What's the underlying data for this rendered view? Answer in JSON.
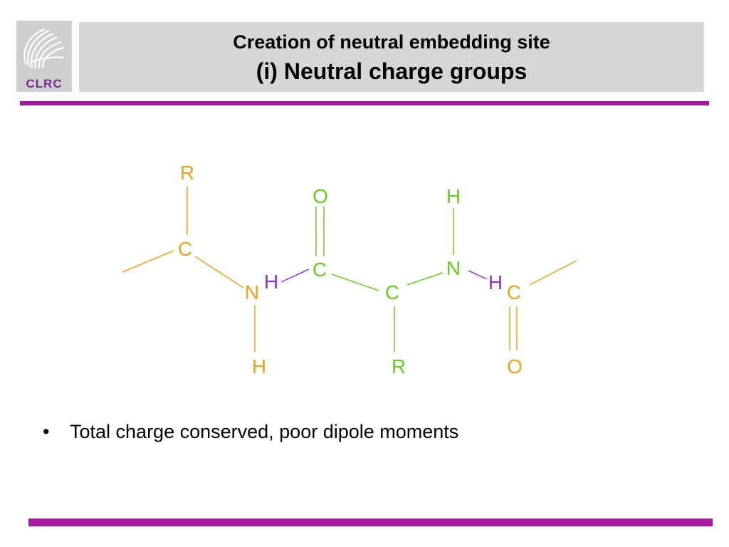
{
  "logo": {
    "text": "CLRC",
    "icon": "swoosh-globe-icon"
  },
  "title": {
    "line1": "Creation of neutral embedding site",
    "line2": "(i) Neutral charge groups"
  },
  "colors": {
    "accent_rule": "#a6199e",
    "orange": "#f0a020",
    "green": "#66cc22",
    "purple": "#8833cc",
    "header_bg": "#d6d6d6"
  },
  "diagram": {
    "atoms": {
      "r_top": "R",
      "c_left": "C",
      "n_left": "N",
      "h_n_left_bottom": "H",
      "h_n_left_purple": "H",
      "c_carbonyl1": "C",
      "o_carbonyl1": "O",
      "c_alpha": "C",
      "r_bottom": "R",
      "n_right": "N",
      "h_n_right_top": "H",
      "h_n_right_purple": "H",
      "c_carbonyl2": "C",
      "o_carbonyl2": "O"
    }
  },
  "bullets": [
    {
      "marker": "•",
      "text": "Total charge conserved, poor dipole moments"
    }
  ]
}
